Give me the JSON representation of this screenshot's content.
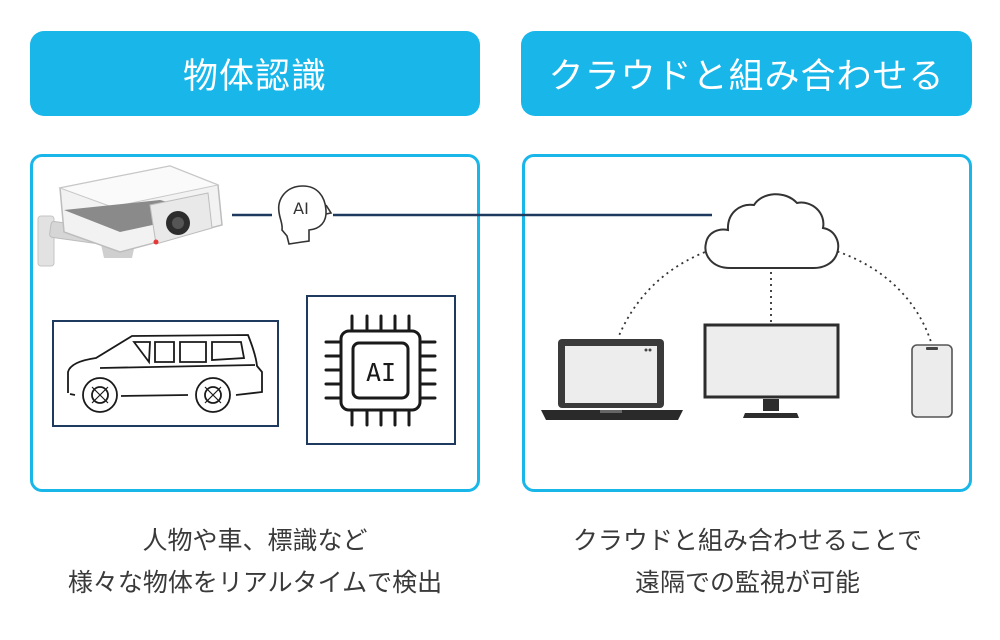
{
  "colors": {
    "accent": "#19b6ea",
    "line": "#1e3a5f",
    "dark": "#1a1a1a"
  },
  "left_header": "物体認識",
  "right_header": "クラウドと組み合わせる",
  "ai_label": "AI",
  "chip_label": "AI",
  "left_caption": [
    "人物や車、標識など",
    "様々な物体をリアルタイムで検出"
  ],
  "right_caption": [
    "クラウドと組み合わせることで",
    "遠隔での監視が可能"
  ],
  "icons": [
    "security-camera-icon",
    "ai-head-icon",
    "car-icon",
    "ai-chip-icon",
    "cloud-icon",
    "laptop-icon",
    "monitor-icon",
    "smartphone-icon"
  ]
}
